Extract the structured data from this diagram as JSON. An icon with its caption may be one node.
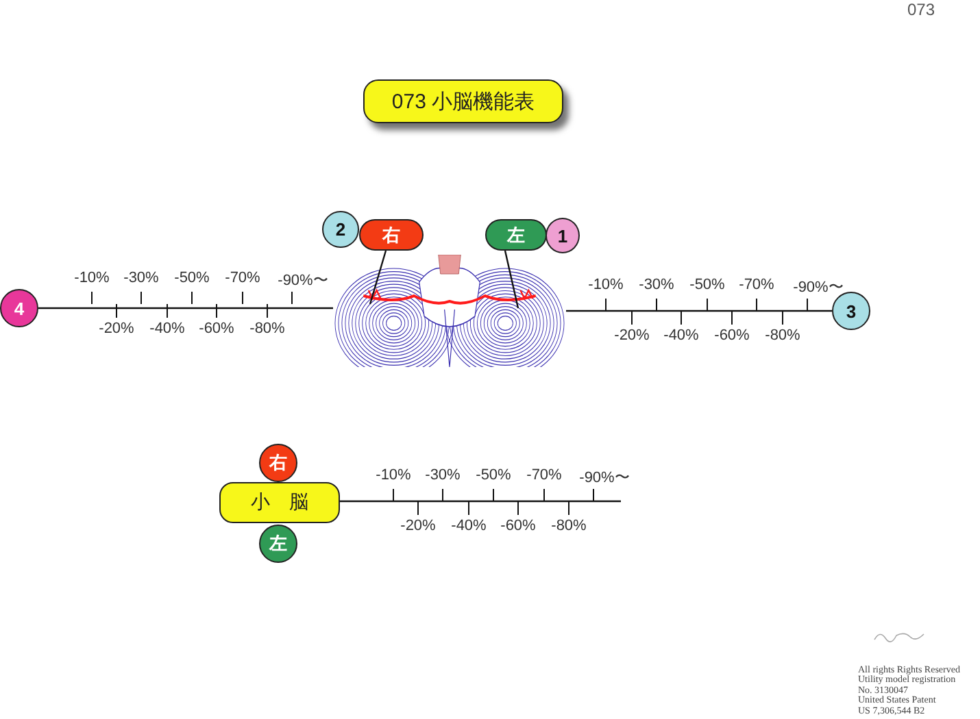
{
  "diagram": {
    "title": "073 小脳機能表",
    "nodes": [
      {
        "text": [
          "右"
        ]
      },
      {
        "text": [
          "左"
        ]
      },
      {
        "text": [
          "2"
        ]
      },
      {
        "text": [
          "1"
        ]
      },
      {
        "text": [
          "4"
        ]
      },
      {
        "text": [
          "3"
        ]
      },
      {
        "text": [],
        "shape": "picture"
      },
      {
        "text": [
          "小　脳"
        ]
      },
      {
        "text": [
          "右"
        ]
      },
      {
        "text": [
          "左"
        ]
      }
    ],
    "edges": [
      {
        "from": 0,
        "to": 6,
        "arrow": "none"
      },
      {
        "from": 1,
        "to": 6,
        "arrow": "none"
      },
      {
        "from": 4,
        "to": 6,
        "arrow": "none"
      },
      {
        "from": 6,
        "to": 5,
        "arrow": "none"
      }
    ],
    "labels": [
      "073",
      "-10%",
      "-30%",
      "-50%",
      "-70%",
      "-90%〜",
      "-20%",
      "-40%",
      "-60%",
      "-80%",
      "-10%",
      "-30%",
      "-50%",
      "-70%",
      "-90%〜",
      "-20%",
      "-40%",
      "-60%",
      "-80%",
      "-10%",
      "-30%",
      "-50%",
      "-70%",
      "-90%〜",
      "-20%",
      "-40%",
      "-60%",
      "-80%",
      "All rights Rights Reserved",
      "Utility model registration",
      "No. 3130047",
      "United States Patent",
      "US 7,306,544 B2"
    ]
  }
}
